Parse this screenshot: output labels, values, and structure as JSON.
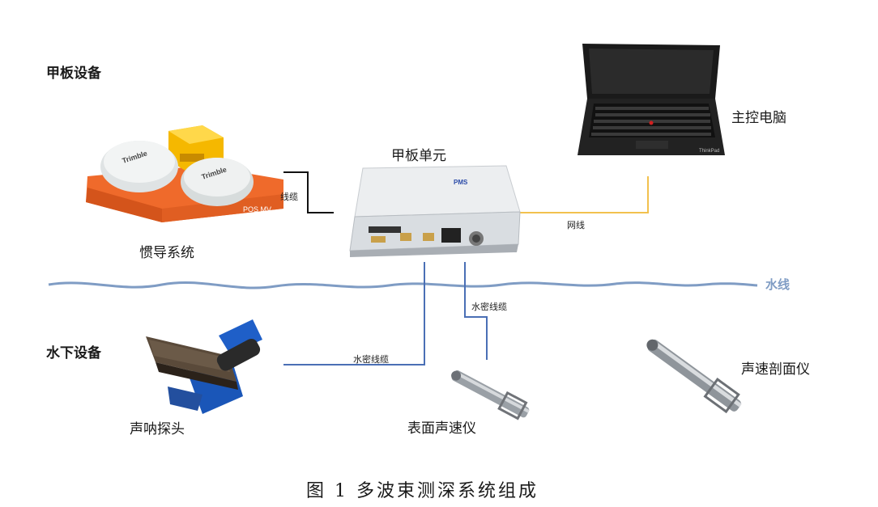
{
  "sections": {
    "deck": "甲板设备",
    "underwater": "水下设备"
  },
  "devices": {
    "ins": "惯导系统",
    "ins_brand": "Trimble",
    "ins_model": "POS MV",
    "deck_unit": "甲板单元",
    "pc": "主控电脑",
    "pc_brand": "ThinkPad",
    "transducer": "声呐探头",
    "svs": "表面声速仪",
    "svp": "声速剖面仪"
  },
  "cables": {
    "ins_cable": "线缆",
    "network": "网线",
    "waterproof_1": "水密线缆",
    "waterproof_2": "水密线缆"
  },
  "waterline": "水线",
  "caption": "图 1 多波束测深系统组成",
  "colors": {
    "waterline": "#7f9cc4",
    "network_cable": "#f2c14e",
    "waterproof_cable": "#4a6fb5",
    "ins_cable": "#111111",
    "ins_orange": "#ef6a2b"
  }
}
